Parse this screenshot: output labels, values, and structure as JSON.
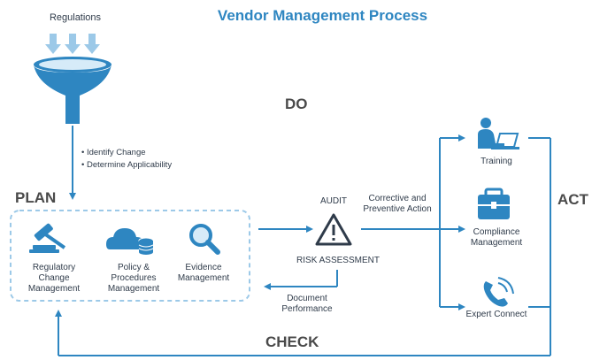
{
  "title": "Vendor Management Process",
  "regulations_label": "Regulations",
  "identify_steps": [
    "• Identify Change",
    "• Determine Applicability"
  ],
  "phases": {
    "plan": "PLAN",
    "do": "DO",
    "check": "CHECK",
    "act": "ACT"
  },
  "plan_items": [
    {
      "label": "Regulatory Change Management",
      "icon": "gavel-icon"
    },
    {
      "label": "Policy & Procedures Management",
      "icon": "cloud-database-icon"
    },
    {
      "label": "Evidence Management",
      "icon": "magnifier-icon"
    }
  ],
  "audit_label": "AUDIT",
  "risk_label": "RISK ASSESSMENT",
  "corrective_label": "Corrective and Preventive Action",
  "document_label": "Document Performance",
  "act_items": [
    {
      "label": "Training",
      "icon": "person-laptop-icon"
    },
    {
      "label": "Compliance Management",
      "icon": "briefcase-icon"
    },
    {
      "label": "Expert Connect",
      "icon": "phone-icon"
    }
  ],
  "colors": {
    "primary": "#2e86c1",
    "light": "#9cc9e8",
    "text": "#2f3b4a",
    "phase": "#4a4a4a"
  }
}
